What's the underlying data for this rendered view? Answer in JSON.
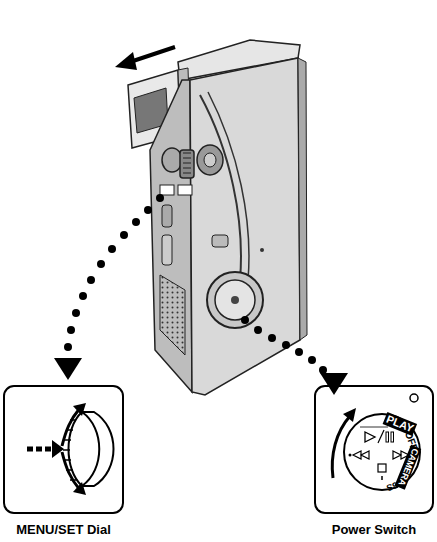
{
  "diagram": {
    "nodes": [
      {
        "text": [
          "MENU/SET Dial"
        ]
      },
      {
        "text": [
          "Power Switch"
        ]
      }
    ],
    "labels": [
      "PLAY",
      "OFF",
      "CAMERA",
      "5S"
    ]
  }
}
